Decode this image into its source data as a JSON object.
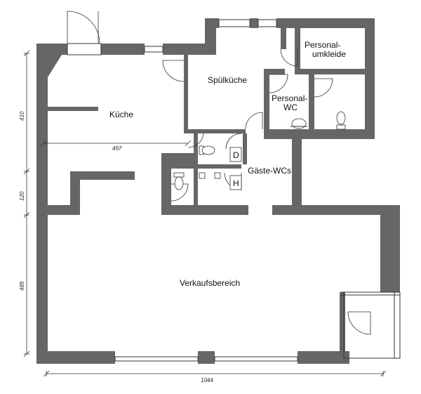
{
  "rooms": {
    "kitchen": "Küche",
    "scullery": "Spülküche",
    "staff_locker": [
      "Personal-",
      "umkleide"
    ],
    "staff_wc": [
      "Personal-",
      "WC"
    ],
    "guest_wc": "Gäste-WCs",
    "sales": "Verkaufsbereich",
    "wc_d": "D",
    "wc_h": "H"
  },
  "dimensions": {
    "height_top": "410",
    "height_mid": "120",
    "height_bottom": "489",
    "width_total": "1044",
    "kitchen_width": "497"
  }
}
